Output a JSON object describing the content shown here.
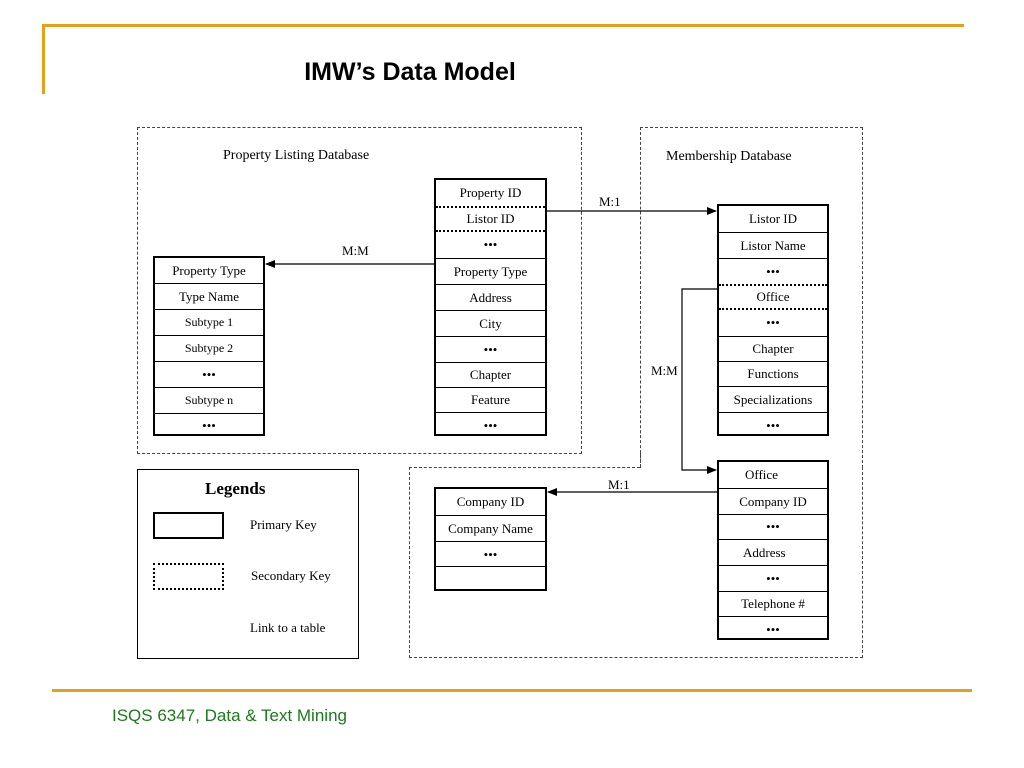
{
  "title": "IMW’s Data Model",
  "footer": "ISQS 6347, Data & Text Mining",
  "databases": {
    "property_listing": "Property Listing Database",
    "membership": "Membership Database"
  },
  "tables": {
    "property_type": [
      "Property Type",
      "Type Name",
      "Subtype 1",
      "Subtype 2",
      "•••",
      "Subtype n",
      "•••"
    ],
    "property": [
      "Property ID",
      "Listor ID",
      "•••",
      "Property Type",
      "Address",
      "City",
      "•••",
      "Chapter",
      "Feature",
      "•••"
    ],
    "listor": [
      "Listor ID",
      "Listor Name",
      "•••",
      "Office",
      "•••",
      "Chapter",
      "Functions",
      "Specializations",
      "•••"
    ],
    "office": [
      "Office",
      "Company ID",
      "•••",
      "Address",
      "•••",
      "Telephone #",
      "•••"
    ],
    "company": [
      "Company ID",
      "Company Name",
      "•••"
    ]
  },
  "relationships": {
    "property_to_listor": "M:1",
    "property_to_type": "M:M",
    "listor_to_office": "M:M",
    "office_to_company": "M:1"
  },
  "legend": {
    "title": "Legends",
    "primary_key": "Primary Key",
    "secondary_key": "Secondary Key",
    "link": "Link to a table"
  },
  "colors": {
    "accent": "#e3a21a",
    "footer_text": "#1c7a1c"
  }
}
